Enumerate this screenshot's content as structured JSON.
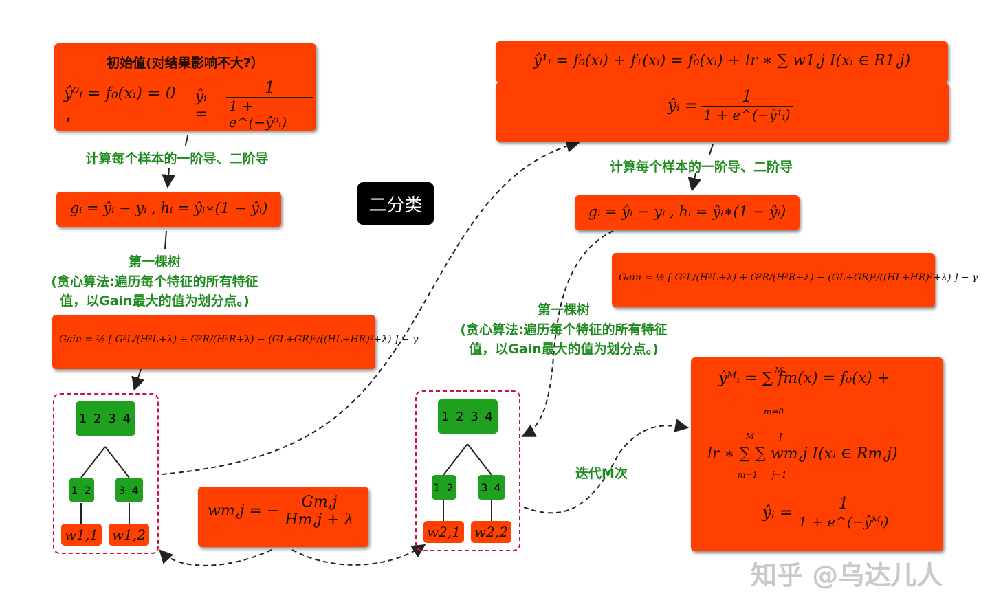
{
  "title": "二分类",
  "left": {
    "init_header": "初始值(对结果影响不大?）",
    "init_eq1": "ŷ⁰ᵢ = f₀(xᵢ) = 0 ，",
    "init_eq2": "ŷᵢ =",
    "init_num": "1",
    "init_den": "1 + e^(−ŷ⁰ᵢ)",
    "deriv_label": "计算每个样本的一阶导、二阶导",
    "grad_eq": "gᵢ = ŷᵢ − yᵢ , hᵢ = ŷᵢ∗(1 − ŷᵢ)",
    "tree_label_1": "第一棵树",
    "tree_label_2": "(贪心算法:遍历每个特征的所有特征",
    "tree_label_3": "值，以Gain最大的值为划分点。)",
    "gain_eq": "Gain = ½ [ G²L/(H²L+λ) + G²R/(H²R+λ) − (GL+GR)²/((HL+HR)²+λ) ] − γ",
    "tree": {
      "root": "1 2 3 4",
      "left": "1 2",
      "right": "3 4",
      "leaf1": "w1,1",
      "leaf2": "w1,2"
    }
  },
  "weight": {
    "lhs": "wm,j = −",
    "num": "Gm,j",
    "den": "Hm,j + λ"
  },
  "right": {
    "top_eq": "ŷ¹ᵢ = f₀(xᵢ) + f₁(xᵢ) = f₀(xᵢ) + lr ∗ ∑ w1,j I(xᵢ ∈ R1,j)",
    "top_eq2": "ŷᵢ =",
    "top_num": "1",
    "top_den": "1 + e^(−ŷ¹ᵢ)",
    "deriv_label": "计算每个样本的一阶导、二阶导",
    "grad_eq": "gᵢ = ŷᵢ − yᵢ , hᵢ = ŷᵢ∗(1 − ŷᵢ)",
    "gain_eq": "Gain = ½ [ G²L/(H²L+λ) + G²R/(H²R+λ) − (GL+GR)²/((HL+HR)²+λ) ] − γ",
    "tree_label_1": "第一棵树",
    "tree_label_2": "(贪心算法:遍历每个特征的所有特征",
    "tree_label_3": "值，以Gain最大的值为划分点。)",
    "tree": {
      "root": "1 2 3 4",
      "left": "1 2",
      "right": "3 4",
      "leaf1": "w2,1",
      "leaf2": "w2,2"
    },
    "iter_label": "迭代M次",
    "final_eq1": "ŷᴹᵢ = ∑ fm(x) = f₀(x) +",
    "final_eq2": "lr ∗ ∑ ∑ wm,j I(xᵢ ∈ Rm,j)",
    "final_eq3": "ŷᵢ =",
    "final_num": "1",
    "final_den": "1 + e^(−ŷᴹᵢ)",
    "sum_top_M": "M",
    "sum_bot_m0": "m=0",
    "sum_bot_m1": "m=1",
    "sum_top_J": "J",
    "sum_bot_j1": "j=1"
  },
  "watermark": "知乎 @乌达儿人",
  "colors": {
    "box": "#ff4000",
    "node": "#1fa01f",
    "label": "#1f8a1f",
    "dash": "#d0103a"
  }
}
